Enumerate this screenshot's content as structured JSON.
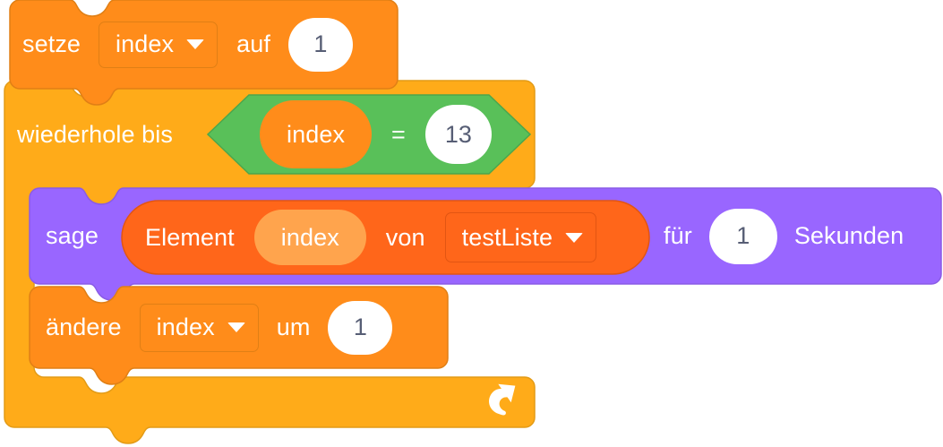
{
  "program": {
    "language": "de",
    "blocks": [
      {
        "id": "set-var",
        "category": "variables",
        "color": "#FF8C1A",
        "label_before": "setze",
        "variable": "index",
        "label_middle": "auf",
        "value": "1"
      },
      {
        "id": "repeat-until",
        "category": "control",
        "color": "#FFAB19",
        "label": "wiederhole bis",
        "condition": {
          "category": "operators",
          "color": "#59C059",
          "left_operand": "index",
          "operator": "=",
          "right_operand": "13"
        },
        "loop_arrow_icon": "loop-arrow-icon"
      },
      {
        "id": "say-for-secs",
        "category": "looks",
        "color": "#9966FF",
        "label_before": "sage",
        "reporter": {
          "category": "lists",
          "color": "#FF661A",
          "label_before": "Element",
          "index_variable": "index",
          "label_middle": "von",
          "list_name": "testListe"
        },
        "label_middle": "für",
        "seconds": "1",
        "label_after": "Sekunden"
      },
      {
        "id": "change-var",
        "category": "variables",
        "color": "#FF8C1A",
        "label_before": "ändere",
        "variable": "index",
        "label_middle": "um",
        "value": "1"
      }
    ]
  },
  "colors": {
    "variables": "#FF8C1A",
    "variables_stroke": "#E07F15",
    "control": "#FFAB19",
    "control_stroke": "#E39B16",
    "operators": "#59C059",
    "operators_stroke": "#4CA64C",
    "looks": "#9966FF",
    "looks_stroke": "#8A5CE6",
    "lists": "#FF661A",
    "lists_stroke": "#E25512",
    "input_text": "#575E75",
    "label_text": "#FFFFFF",
    "background": "#FFFFFF"
  }
}
